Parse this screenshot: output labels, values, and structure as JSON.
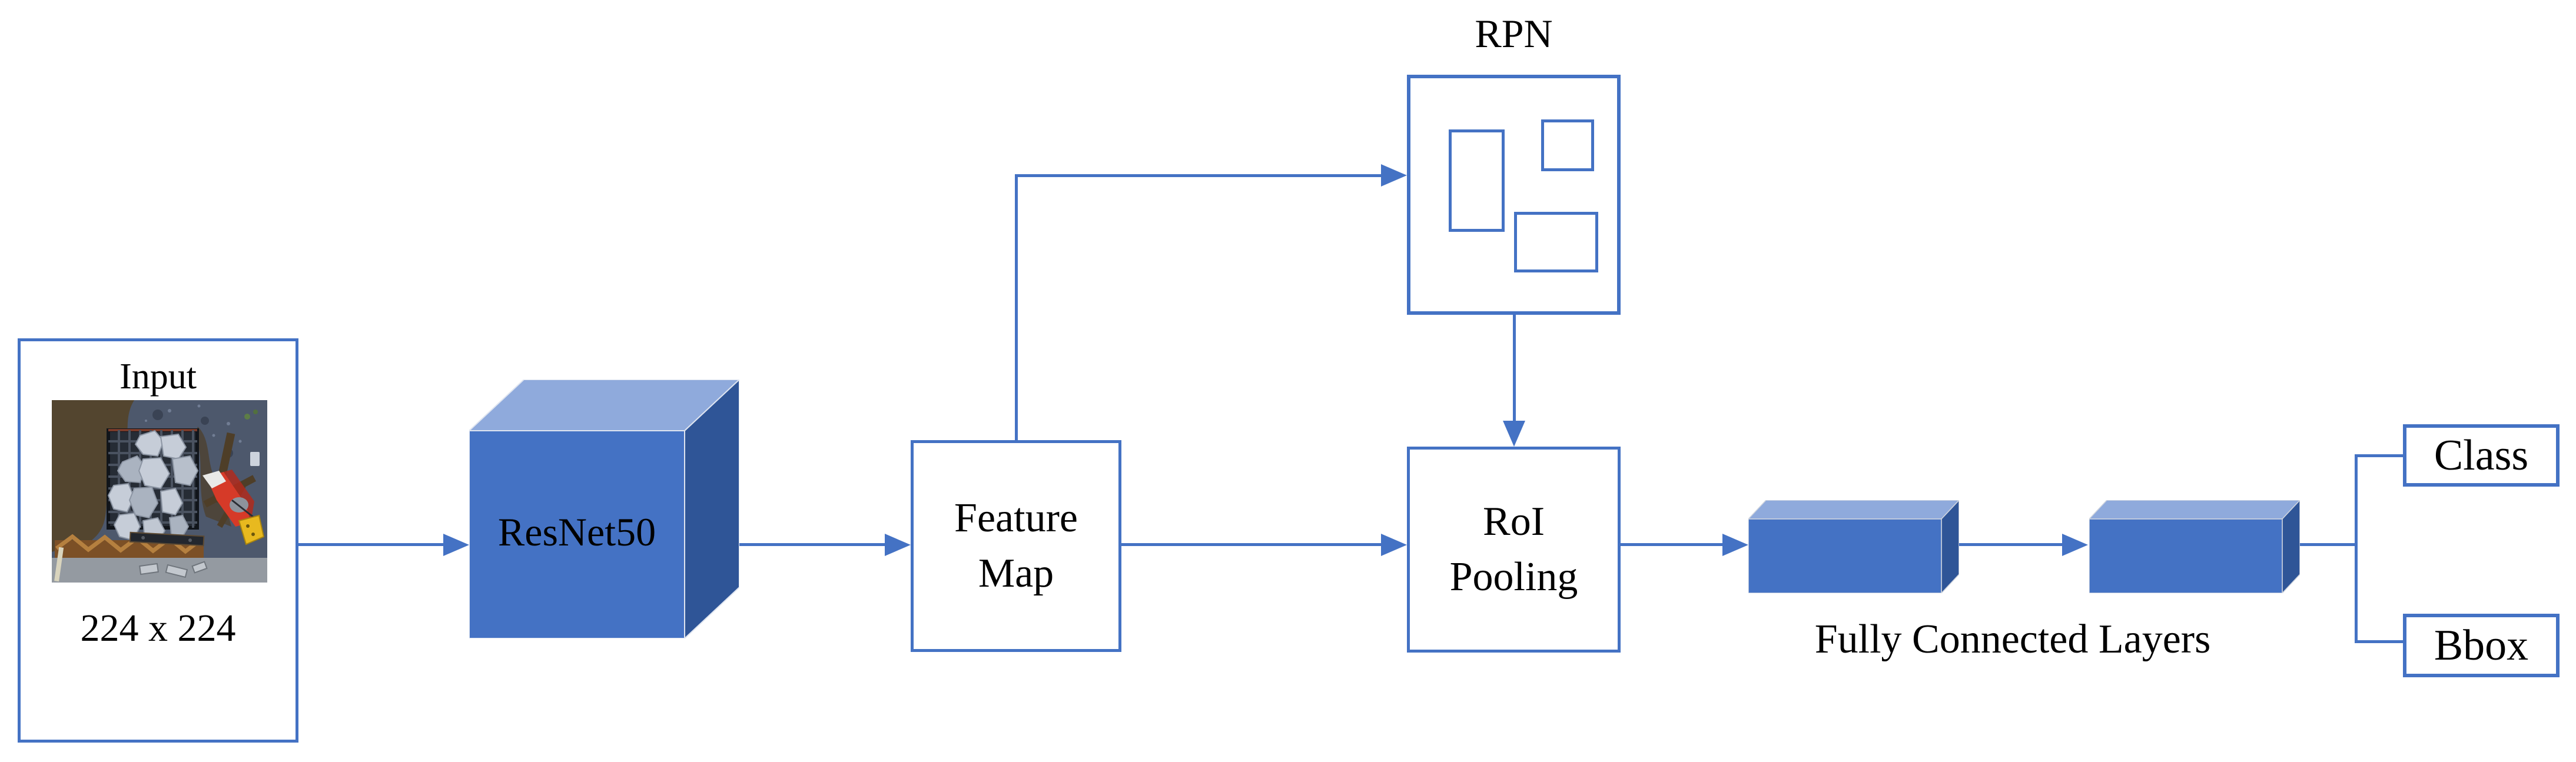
{
  "diagram": {
    "title_implicit": "Faster R-CNN style detection pipeline",
    "input": {
      "title": "Input",
      "dimensions": "224 x 224",
      "photo_description": "aerial photo of gray rocks in a metal grid cage on gravel with rusted corrugated metal and a red-yellow machine arm"
    },
    "backbone": {
      "label": "ResNet50"
    },
    "feature_map": {
      "line1": "Feature",
      "line2": "Map"
    },
    "rpn": {
      "title": "RPN"
    },
    "roi": {
      "line1": "RoI",
      "line2": "Pooling"
    },
    "fc": {
      "label": "Fully Connected Layers"
    },
    "outputs": {
      "class_label": "Class",
      "bbox_label": "Bbox"
    },
    "colors": {
      "accent": "#4472C4",
      "cube_front": "#4472C4",
      "cube_top": "#8FAADC",
      "cube_side": "#2F5597",
      "cuboid_side": "#2F5597",
      "edge_light": "#dfe5f0",
      "text": "#000000"
    }
  }
}
